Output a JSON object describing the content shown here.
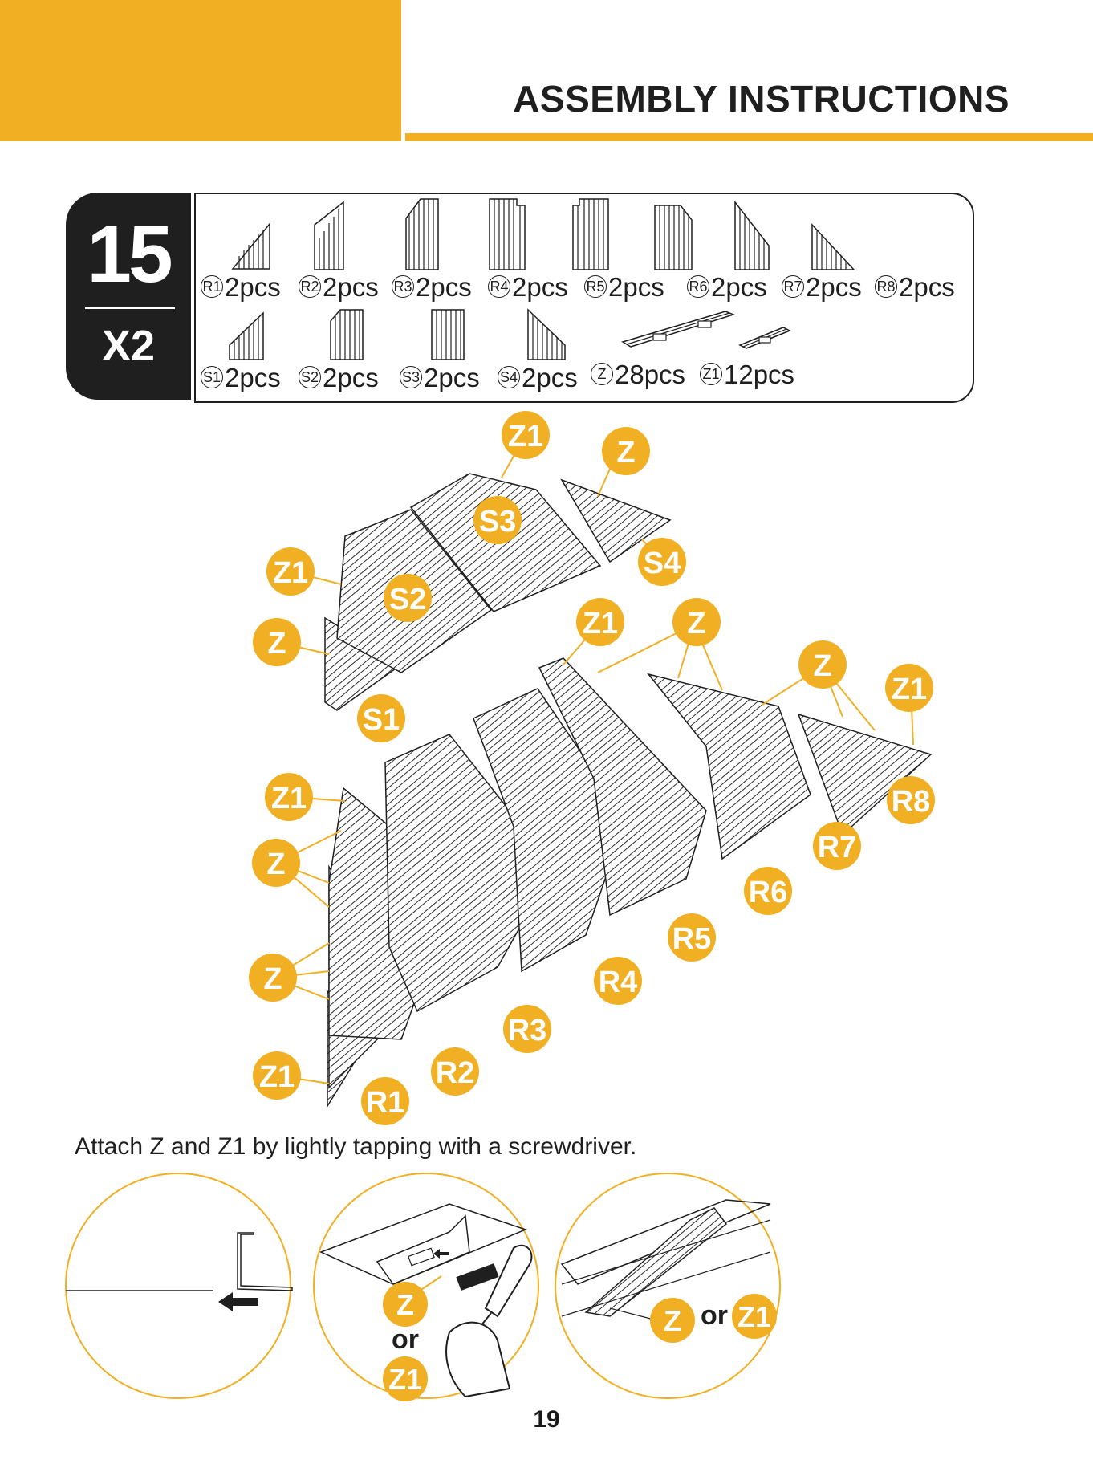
{
  "header": {
    "title": "ASSEMBLY INSTRUCTIONS"
  },
  "step": {
    "number": "15",
    "multiplier": "X2"
  },
  "parts_row1": [
    {
      "code": "R1",
      "qty": "2pcs"
    },
    {
      "code": "R2",
      "qty": "2pcs"
    },
    {
      "code": "R3",
      "qty": "2pcs"
    },
    {
      "code": "R4",
      "qty": "2pcs"
    },
    {
      "code": "R5",
      "qty": "2pcs"
    },
    {
      "code": "R6",
      "qty": "2pcs"
    },
    {
      "code": "R7",
      "qty": "2pcs"
    },
    {
      "code": "R8",
      "qty": "2pcs"
    }
  ],
  "parts_row2": [
    {
      "code": "S1",
      "qty": "2pcs"
    },
    {
      "code": "S2",
      "qty": "2pcs"
    },
    {
      "code": "S3",
      "qty": "2pcs"
    },
    {
      "code": "S4",
      "qty": "2pcs"
    },
    {
      "code": "Z",
      "qty": "28pcs"
    },
    {
      "code": "Z1",
      "qty": "12pcs"
    }
  ],
  "callouts": {
    "upper": [
      "Z1",
      "Z",
      "S3",
      "S4",
      "Z1",
      "S2",
      "Z",
      "S1"
    ],
    "middle": [
      "Z1",
      "Z",
      "Z",
      "Z1"
    ],
    "lower": [
      "Z1",
      "Z",
      "Z",
      "Z1",
      "R1",
      "R2",
      "R3",
      "R4",
      "R5",
      "R6",
      "R7",
      "R8"
    ]
  },
  "instruction": "Attach Z and Z1 by lightly tapping  with a screwdriver.",
  "detail_2": {
    "label_a": "Z",
    "or": "or",
    "label_b": "Z1"
  },
  "detail_3": {
    "label_a": "Z",
    "or": "or",
    "label_b": "Z1"
  },
  "page_number": "19",
  "colors": {
    "accent": "#F1AF23",
    "dark": "#1f1f1f"
  }
}
